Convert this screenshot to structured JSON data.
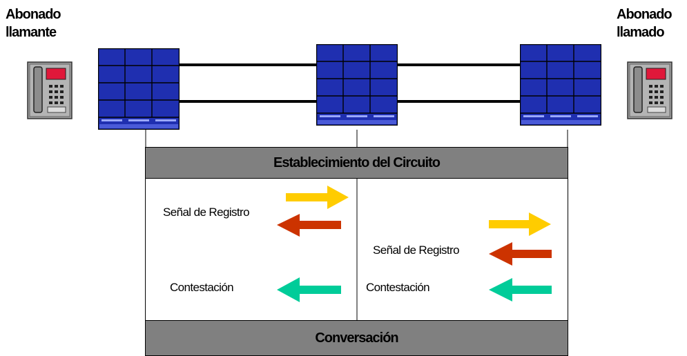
{
  "labels": {
    "caller_line1": "Abonado",
    "caller_line2": "llamante",
    "callee_line1": "Abonado",
    "callee_line2": "llamado"
  },
  "phases": {
    "setup": "Establecimiento del Circuito",
    "conversation": "Conversación"
  },
  "left_section": {
    "register_signal": "Señal de Registro",
    "answer": "Contestación"
  },
  "right_section": {
    "register_signal": "Señal de Registro",
    "answer": "Contestación"
  },
  "colors": {
    "forward_arrow": "#ffcc00",
    "backward_register_arrow": "#cc3300",
    "answer_arrow": "#00cc99",
    "switch_blue": "#1f2fb0",
    "phase_bar": "#808080"
  },
  "icons": [
    "telephone-icon",
    "switch-icon"
  ]
}
